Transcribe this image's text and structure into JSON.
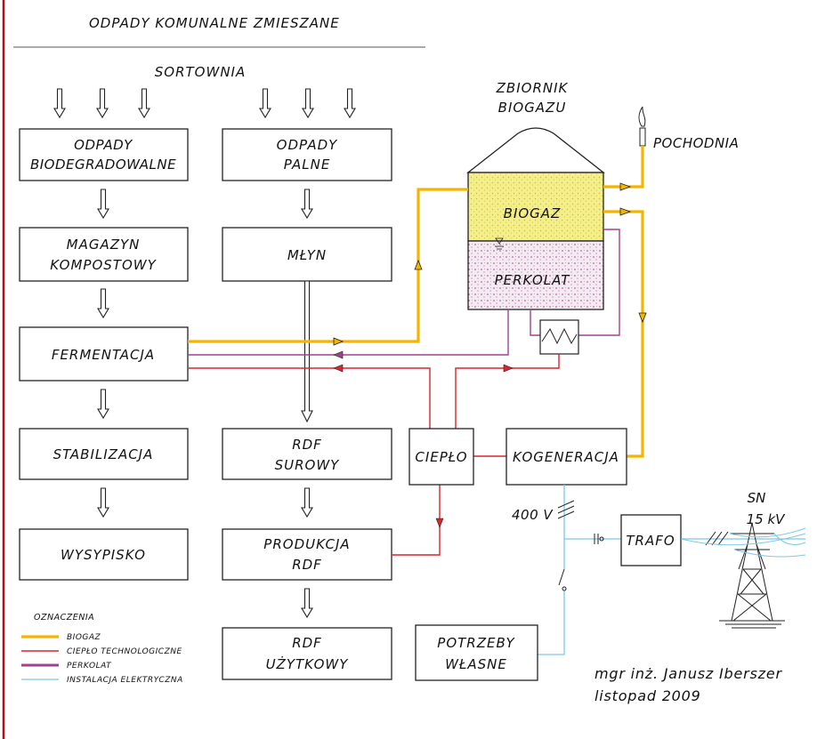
{
  "header": {
    "title": "ODPADY KOMUNALNE  ZMIESZANE",
    "sortownia": "SORTOWNIA"
  },
  "boxes": {
    "biodegradowalne": [
      "ODPADY",
      "BIODEGRADOWALNE"
    ],
    "palne": [
      "ODPADY",
      "PALNE"
    ],
    "magazyn": [
      "MAGAZYN",
      "KOMPOSTOWY"
    ],
    "mlyn": "MŁYN",
    "fermentacja": "FERMENTACJA",
    "stabilizacja": "STABILIZACJA",
    "wysypisko": "WYSYPISKO",
    "rdf_surowy": [
      "RDF",
      "SUROWY"
    ],
    "produkcja_rdf": [
      "PRODUKCJA",
      "RDF"
    ],
    "rdf_uzytkowy": [
      "RDF",
      "UŻYTKOWY"
    ],
    "cieplo": "CIEPŁO",
    "kogeneracja": "KOGENERACJA",
    "trafo": "TRAFO",
    "potrzeby": [
      "POTRZEBY",
      "WŁASNE"
    ]
  },
  "tank": {
    "title": [
      "ZBIORNIK",
      "BIOGAZU"
    ],
    "biogaz": "BIOGAZ",
    "perkolat": "PERKOLAT"
  },
  "labels": {
    "pochodnia": "POCHODNIA",
    "voltage_400": "400 V",
    "sn": "SN",
    "sn_voltage": "15 kV"
  },
  "legend": {
    "title": "OZNACZENIA",
    "items": [
      {
        "label": "BIOGAZ",
        "color": "#f3b500"
      },
      {
        "label": "CIEPŁO TECHNOLOGICZNE",
        "color": "#d9252b"
      },
      {
        "label": "PERKOLAT",
        "color": "#a0428e"
      },
      {
        "label": "INSTALACJA ELEKTRYCZNA",
        "color": "#7ec8e3"
      }
    ]
  },
  "author": {
    "name": "mgr inż. Janusz Iberszer",
    "date": "listopad 2009"
  },
  "colors": {
    "margin_line": "#b01010",
    "biogas_fill": "#f5ef8a",
    "perkolat_fill": "#f2e6f0"
  }
}
